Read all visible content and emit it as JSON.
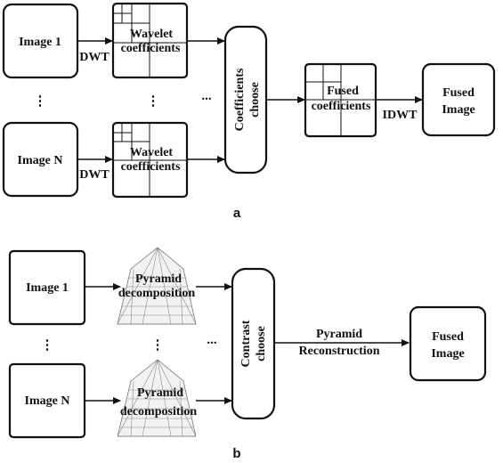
{
  "diagram_a": {
    "caption": "a",
    "image_1": "Image 1",
    "image_n": "Image N",
    "dwt_1": "DWT",
    "dwt_n": "DWT",
    "wavelet_1": [
      "Wavelet",
      "coefficients"
    ],
    "wavelet_n": [
      "Wavelet",
      "coefficients"
    ],
    "choose": [
      "Coefficients",
      "choose"
    ],
    "fused_coeff": [
      "Fused",
      "coefficients"
    ],
    "idwt": "IDWT",
    "fused_image": [
      "Fused",
      "Image"
    ],
    "dots_vertical": "⋮",
    "dots_horizontal": "..."
  },
  "diagram_b": {
    "caption": "b",
    "image_1": "Image 1",
    "image_n": "Image N",
    "pyramid_1": [
      "Pyramid",
      "decomposition"
    ],
    "pyramid_n": [
      "Pyramid",
      "decomposition"
    ],
    "choose": [
      "Contrast",
      "choose"
    ],
    "reconstruction": [
      "Pyramid",
      "Reconstruction"
    ],
    "fused_image": [
      "Fused",
      "Image"
    ],
    "dots_vertical": "⋮",
    "dots_horizontal": "..."
  }
}
